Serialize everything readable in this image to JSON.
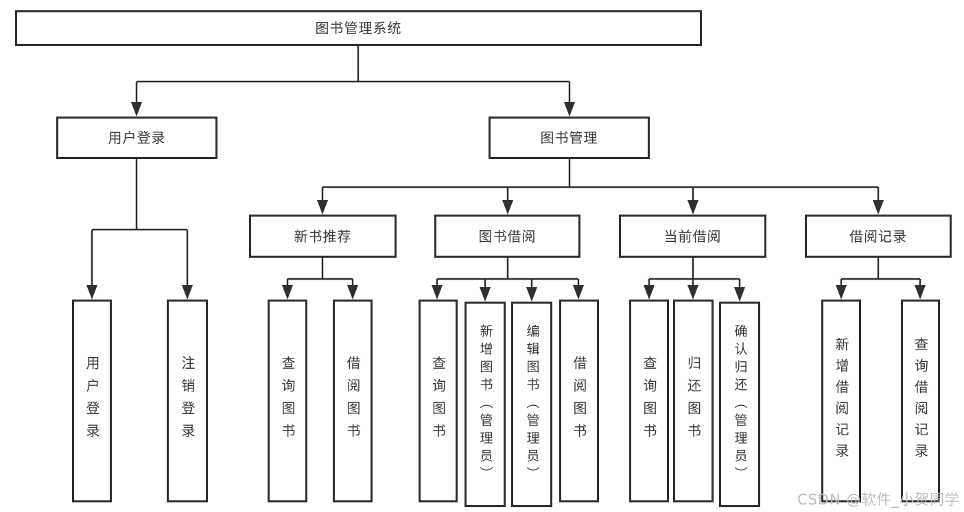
{
  "tree": {
    "root": {
      "label": "图书管理系统"
    },
    "children": [
      {
        "label": "用户登录",
        "children": [
          {
            "label": "用户登录"
          },
          {
            "label": "注销登录"
          }
        ]
      },
      {
        "label": "图书管理",
        "children": [
          {
            "label": "新书推荐",
            "children": [
              {
                "label": "查询图书"
              },
              {
                "label": "借阅图书"
              }
            ]
          },
          {
            "label": "图书借阅",
            "children": [
              {
                "label": "查询图书"
              },
              {
                "label": "新增图书（管理员）"
              },
              {
                "label": "编辑图书（管理员）"
              },
              {
                "label": "借阅图书"
              }
            ]
          },
          {
            "label": "当前借阅",
            "children": [
              {
                "label": "查询图书"
              },
              {
                "label": "归还图书"
              },
              {
                "label": "确认归还（管理员）"
              }
            ]
          },
          {
            "label": "借阅记录",
            "children": [
              {
                "label": "新增借阅记录"
              },
              {
                "label": "查询借阅记录"
              }
            ]
          }
        ]
      }
    ]
  },
  "watermark": {
    "text": "CSDN @软件_小贺同学"
  },
  "colors": {
    "line": "#303030",
    "box_border": "#2f2f2f",
    "text": "#3a3a3a",
    "watermark": "#bdbdbd",
    "background": "#ffffff"
  }
}
